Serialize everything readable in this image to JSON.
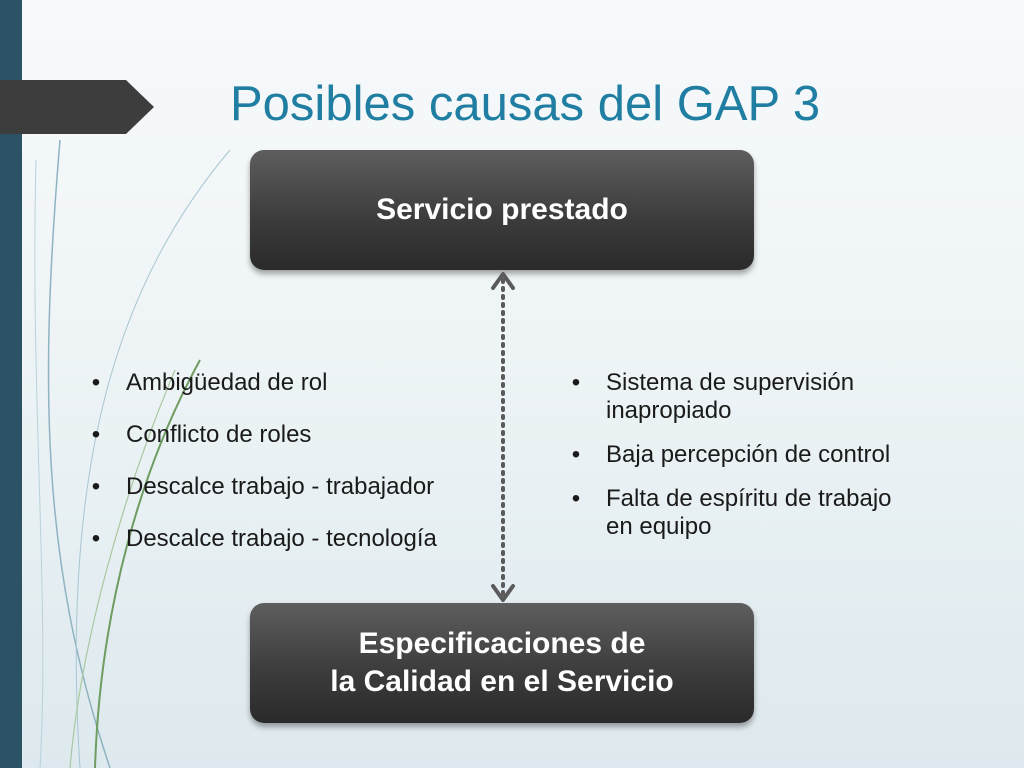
{
  "title": "Posibles causas del GAP 3",
  "boxes": {
    "top": "Servicio prestado",
    "bottom_line1": "Especificaciones de",
    "bottom_line2": "la Calidad en el Servicio"
  },
  "left_list": [
    "Ambigüedad de rol",
    "Conflicto de roles",
    "Descalce trabajo - trabajador",
    "Descalce trabajo - tecnología"
  ],
  "right_list": [
    {
      "line1": "Sistema de supervisión",
      "line2": "inapropiado"
    },
    {
      "line1": "Baja percepción de control",
      "line2": ""
    },
    {
      "line1": "Falta de espíritu de trabajo",
      "line2": "en equipo"
    }
  ],
  "bullet": "•",
  "colors": {
    "sidebar": "#2c5266",
    "title": "#1f7ea1",
    "box": "#3d3d3d",
    "text": "#1a1a1a"
  }
}
